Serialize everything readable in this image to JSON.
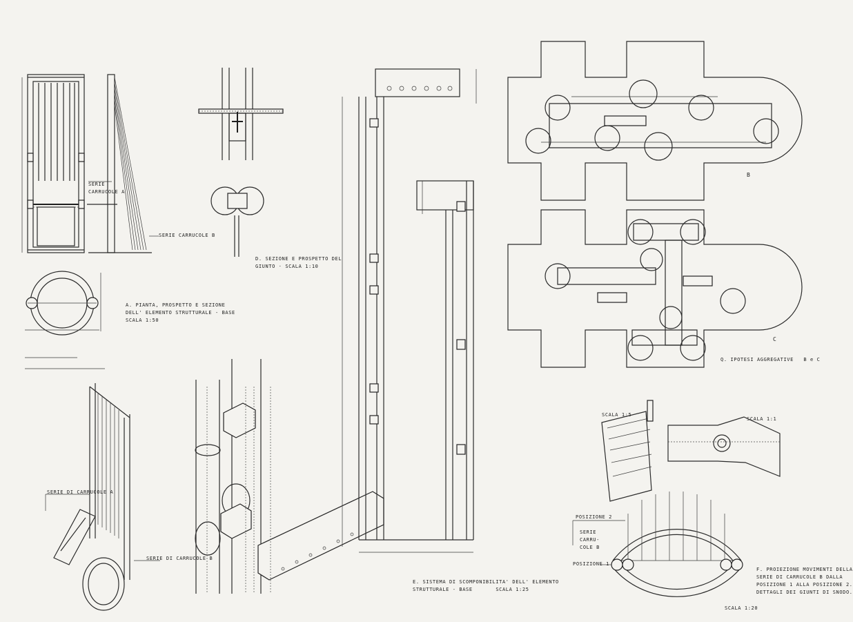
{
  "labels": {
    "serie_carrucole_a_top": "SERIE\nCARRUCOLE A",
    "serie_carrucole_b_top": "SERIE CARRUCOLE B",
    "caption_a": "A. PIANTA, PROSPETTO E SEZIONE\nDELL' ELEMENTO STRUTTURALE - BASE\nSCALA 1:50",
    "caption_d": "D. SEZIONE E PROSPETTO DEL\nGIUNTO · SCALA 1:10",
    "serie_carrucole_a_iso": "SERIE DI CARRUCOLE A",
    "serie_carrucole_b_iso": "SERIE DI CARRUCOLE B",
    "caption_e": "E. SISTEMA DI SCOMPONIBILITA' DELL' ELEMENTO\nSTRUTTURALE - BASE       SCALA 1:25",
    "plan_b": "B",
    "plan_c": "C",
    "caption_q": "Q. IPOTESI AGGREGATIVE   B e C",
    "scala_15": "SCALA 1:5",
    "scala_11": "SCALA 1:1",
    "posizione_2": "POSIZIONE 2",
    "serie_carrucole_b_detail": "SERIE\nCARRU-\nCOLE B",
    "posizione_1": "POSIZIONE 1",
    "caption_f": "F. PROIEZIONE MOVIMENTI DELLA\nSERIE DI CARRUCOLE B DALLA\nPOSIZIONE 1 ALLA POSIZIONE 2.\nDETTAGLI DEI GIUNTI DI SNODO.",
    "scala_120": "SCALA 1:20"
  }
}
